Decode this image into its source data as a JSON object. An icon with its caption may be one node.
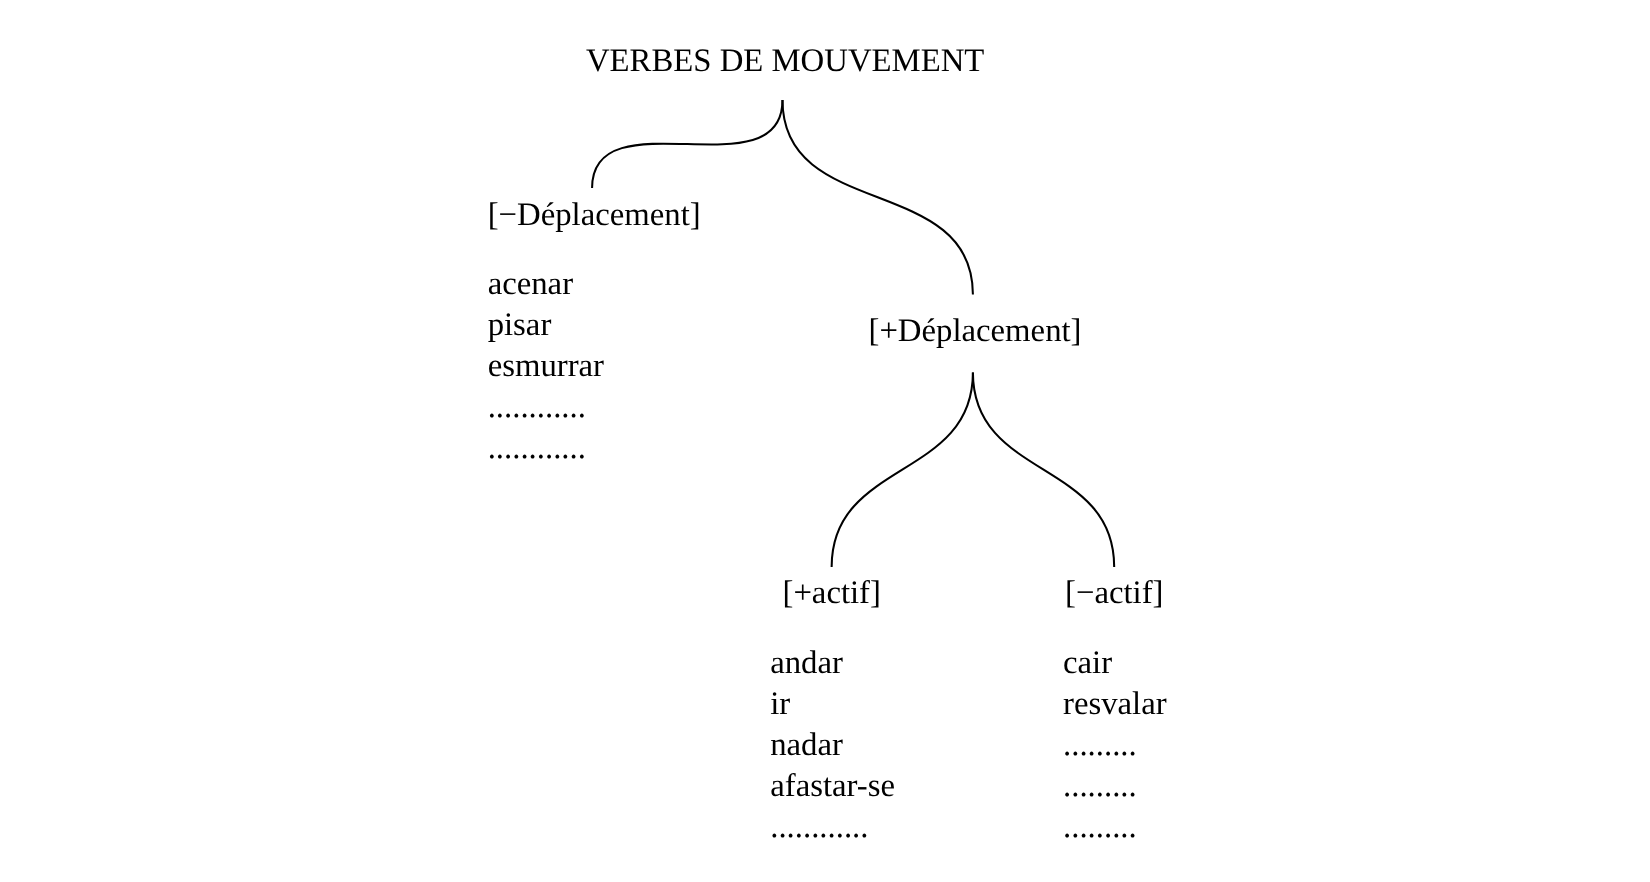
{
  "diagram": {
    "nodes": [
      {
        "text": [
          "VERBES DE MOUVEMENT"
        ]
      },
      {
        "text": [
          "[−Déplacement]"
        ],
        "beside": [
          "acenar",
          "pisar",
          "esmurrar",
          "............",
          "............"
        ]
      },
      {
        "text": [
          "[+Déplacement]"
        ]
      },
      {
        "text": [
          "[+actif]"
        ],
        "beside": [
          "andar",
          "ir",
          "nadar",
          "afastar-se",
          "............"
        ]
      },
      {
        "text": [
          "[−actif]"
        ],
        "beside": [
          "cair",
          "resvalar",
          ".........",
          ".........",
          "........."
        ]
      }
    ],
    "edges": [
      {
        "from": 0,
        "to": 1,
        "arrow": "none"
      },
      {
        "from": 0,
        "to": 2,
        "arrow": "none"
      },
      {
        "from": 2,
        "to": 3,
        "arrow": "none"
      },
      {
        "from": 2,
        "to": 4,
        "arrow": "none"
      }
    ]
  }
}
